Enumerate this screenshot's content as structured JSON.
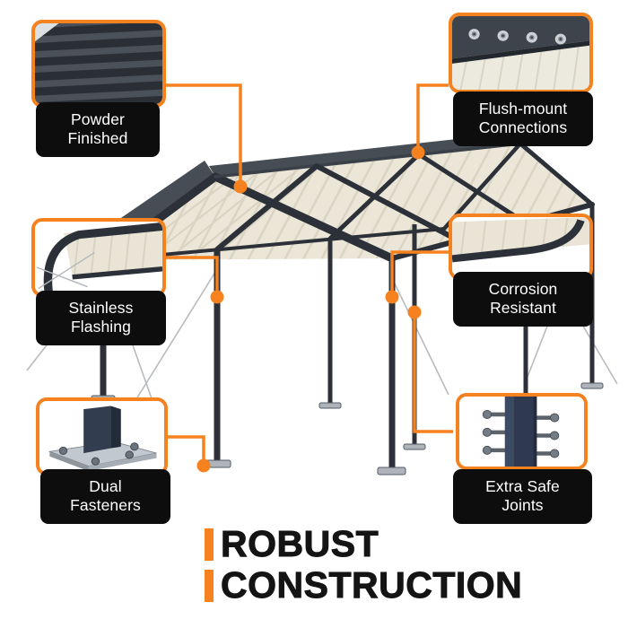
{
  "colors": {
    "accent": "#f5821f",
    "frame": "#2c3139",
    "panel": "#ebe6d8",
    "label_bg": "#0d0d0d",
    "label_text": "#ffffff",
    "title_text": "#141414"
  },
  "illustration_name": "steel-carport-3d-render",
  "features": [
    {
      "id": "powder-finished",
      "label": "Powder\nFinished"
    },
    {
      "id": "flush-mount-connections",
      "label": "Flush-mount\nConnections"
    },
    {
      "id": "stainless-flashing",
      "label": "Stainless\nFlashing"
    },
    {
      "id": "corrosion-resistant",
      "label": "Corrosion\nResistant"
    },
    {
      "id": "dual-fasteners",
      "label": "Dual\nFasteners"
    },
    {
      "id": "extra-safe-joints",
      "label": "Extra Safe\nJoints"
    }
  ],
  "title": {
    "line1": "ROBUST",
    "line2": "CONSTRUCTION"
  }
}
